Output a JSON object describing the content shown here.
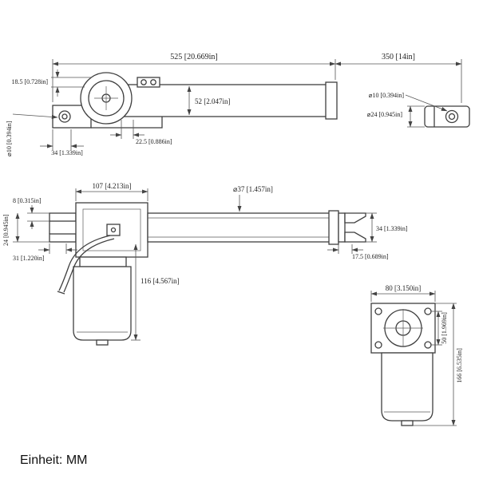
{
  "unit_label": "Einheit: MM",
  "side_view": {
    "overall_length": "525 [20.669in]",
    "stroke_length": "350 [14in]",
    "top_offset": "18.5 [0.728in]",
    "body_height": "52 [2.047in]",
    "pivot_offset": "22.5 [0.886in]",
    "rear_span": "34 [1.339in]",
    "rear_hole_dia": "⌀10 [0.394in]",
    "front_hole_dia": "⌀10 [0.394in]",
    "front_head_dia": "⌀24 [0.945in]"
  },
  "top_view": {
    "gearbox_length": "107 [4.213in]",
    "tube_dia": "⌀37 [1.457in]",
    "slot_width": "8 [0.315in]",
    "clevis_width": "24 [0.945in]",
    "rear_length": "31 [1.220in]",
    "motor_height": "116 [4.567in]",
    "fork_span": "34 [1.339in]",
    "fork_depth": "17.5 [0.689in]"
  },
  "end_view": {
    "flange_width": "80 [3.150in]",
    "bolt_spacing": "50 [1.969in]",
    "total_height": "166 [6.535in]"
  }
}
